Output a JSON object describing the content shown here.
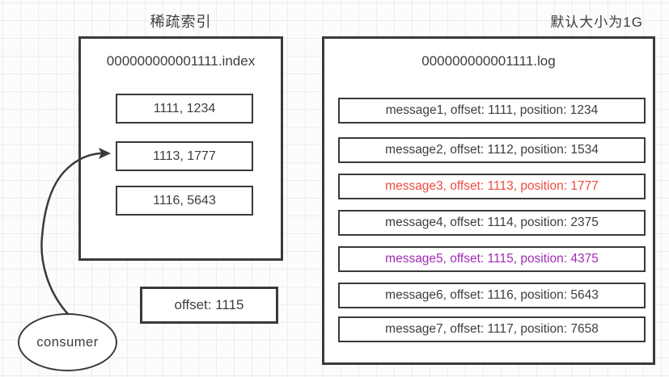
{
  "diagram": {
    "stroke_color": "#3a3a3a",
    "grid_color": "#ededed",
    "background_color": "#fcfcfc",
    "text_color": "#3d3d3d",
    "highlight_red": "#ef4a41",
    "highlight_purple": "#a02cb4"
  },
  "index_panel": {
    "caption": "稀疏索引",
    "file_name": "000000000001111.index",
    "entries": [
      {
        "label": "1111, 1234"
      },
      {
        "label": "1113, 1777"
      },
      {
        "label": "1116, 5643"
      }
    ]
  },
  "log_panel": {
    "caption": "默认大小为1G",
    "file_name": "000000000001111.log",
    "messages": [
      {
        "label": "message1, offset: 1111, position: 1234",
        "color": "#3d3d3d"
      },
      {
        "label": "message2, offset: 1112, position: 1534",
        "color": "#3d3d3d"
      },
      {
        "label": "message3, offset: 1113, position: 1777",
        "color": "#ef4a41"
      },
      {
        "label": "message4, offset: 1114, position: 2375",
        "color": "#3d3d3d"
      },
      {
        "label": "message5, offset: 1115, position: 4375",
        "color": "#a02cb4"
      },
      {
        "label": "message6, offset: 1116, position: 5643",
        "color": "#3d3d3d"
      },
      {
        "label": "message7, offset: 1117, position: 7658",
        "color": "#3d3d3d"
      }
    ]
  },
  "lookup": {
    "label": "offset: 1115"
  },
  "consumer": {
    "label": "consumer"
  }
}
